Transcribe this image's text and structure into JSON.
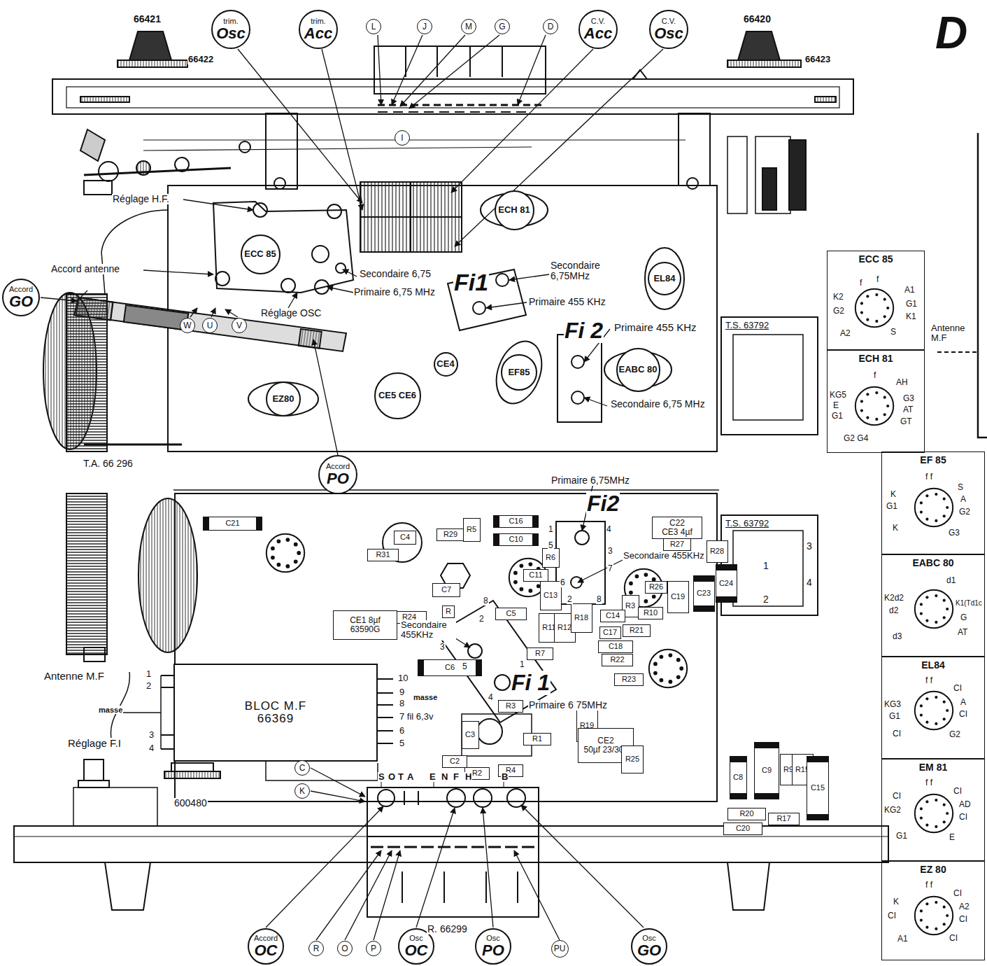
{
  "diagram": {
    "nodes": [
      {
        "text": [
          "trim.",
          "Osc"
        ]
      },
      {
        "text": [
          "trim.",
          "Acc"
        ]
      },
      {
        "text": [
          "L"
        ]
      },
      {
        "text": [
          "J"
        ]
      },
      {
        "text": [
          "M"
        ]
      },
      {
        "text": [
          "G"
        ]
      },
      {
        "text": [
          "D"
        ]
      },
      {
        "text": [
          "C.V.",
          "Acc"
        ]
      },
      {
        "text": [
          "C.V.",
          "Osc"
        ]
      },
      {
        "text": [
          "I"
        ]
      },
      {
        "text": [
          "ECH 81"
        ]
      },
      {
        "text": [
          "ECC 85"
        ]
      },
      {
        "text": [
          "EL84"
        ]
      },
      {
        "text": [
          "Accord",
          "GO"
        ]
      },
      {
        "text": [
          "W"
        ]
      },
      {
        "text": [
          "U"
        ]
      },
      {
        "text": [
          "V"
        ]
      },
      {
        "text": [
          "CE4"
        ]
      },
      {
        "text": [
          "CE5 CE6"
        ]
      },
      {
        "text": [
          "EF85"
        ]
      },
      {
        "text": [
          "EABC 80"
        ]
      },
      {
        "text": [
          "EZ80"
        ]
      },
      {
        "text": [
          "T.S. 63792"
        ]
      },
      {
        "text": [
          "Accord",
          "PO"
        ]
      },
      {
        "text": [
          "ECC 85"
        ]
      },
      {
        "text": [
          "ECH 81"
        ]
      },
      {
        "text": [
          "EF 85"
        ]
      },
      {
        "text": [
          "EABC 80"
        ]
      },
      {
        "text": [
          "EL84"
        ]
      },
      {
        "text": [
          "EM 81"
        ]
      },
      {
        "text": [
          "EZ 80"
        ]
      },
      {
        "text": [
          "C21"
        ]
      },
      {
        "text": [
          "C4"
        ]
      },
      {
        "text": [
          "R29"
        ]
      },
      {
        "text": [
          "R5"
        ]
      },
      {
        "text": [
          "C16"
        ]
      },
      {
        "text": [
          "C10"
        ]
      },
      {
        "text": [
          "C22",
          "CE3 4µf"
        ]
      },
      {
        "text": [
          "R27"
        ]
      },
      {
        "text": [
          "T.S. 63792"
        ]
      },
      {
        "text": [
          "R28"
        ]
      },
      {
        "text": [
          "C24"
        ]
      },
      {
        "text": [
          "R31"
        ]
      },
      {
        "text": [
          "R6"
        ]
      },
      {
        "text": [
          "C11"
        ]
      },
      {
        "text": [
          "C13"
        ]
      },
      {
        "text": [
          "R26"
        ]
      },
      {
        "text": [
          "C19"
        ]
      },
      {
        "text": [
          "C23"
        ]
      },
      {
        "text": [
          "R11"
        ]
      },
      {
        "text": [
          "R12"
        ]
      },
      {
        "text": [
          "R18"
        ]
      },
      {
        "text": [
          "R3"
        ]
      },
      {
        "text": [
          "C14"
        ]
      },
      {
        "text": [
          "R10"
        ]
      },
      {
        "text": [
          "C17"
        ]
      },
      {
        "text": [
          "R21"
        ]
      },
      {
        "text": [
          "C18"
        ]
      },
      {
        "text": [
          "R22"
        ]
      },
      {
        "text": [
          "R23"
        ]
      },
      {
        "text": [
          "C7"
        ]
      },
      {
        "text": [
          "R"
        ]
      },
      {
        "text": [
          "C5"
        ]
      },
      {
        "text": [
          "R24"
        ]
      },
      {
        "text": [
          "CE1 8µf",
          "63590G"
        ]
      },
      {
        "text": [
          "R7"
        ]
      },
      {
        "text": [
          "C6"
        ]
      },
      {
        "text": [
          "BLOC M.F",
          "66369"
        ]
      },
      {
        "text": [
          "C3"
        ]
      },
      {
        "text": [
          "R3"
        ]
      },
      {
        "text": [
          "R1"
        ]
      },
      {
        "text": [
          "R19"
        ]
      },
      {
        "text": [
          "CE2",
          "50µf 23/30v"
        ]
      },
      {
        "text": [
          "C2"
        ]
      },
      {
        "text": [
          "R2"
        ]
      },
      {
        "text": [
          "R4"
        ]
      },
      {
        "text": [
          "R25"
        ]
      },
      {
        "text": [
          "C8"
        ]
      },
      {
        "text": [
          "C9"
        ]
      },
      {
        "text": [
          "R9"
        ]
      },
      {
        "text": [
          "R15"
        ]
      },
      {
        "text": [
          "C15"
        ]
      },
      {
        "text": [
          "R20"
        ]
      },
      {
        "text": [
          "R17"
        ]
      },
      {
        "text": [
          "C20"
        ]
      },
      {
        "text": [
          "C"
        ]
      },
      {
        "text": [
          "K"
        ]
      },
      {
        "text": [
          "Accord",
          "OC"
        ]
      },
      {
        "text": [
          "R"
        ]
      },
      {
        "text": [
          "O"
        ]
      },
      {
        "text": [
          "P"
        ]
      },
      {
        "text": [
          "Osc",
          "OC"
        ]
      },
      {
        "text": [
          "Osc",
          "PO"
        ]
      },
      {
        "text": [
          "PU"
        ]
      },
      {
        "text": [
          "Osc",
          "GO"
        ]
      }
    ],
    "labels": [
      "66421",
      "66422",
      "66420",
      "66423",
      "D",
      "Réglage H.F.",
      "Accord antenne",
      "Secondaire 6,75",
      "Primaire 6,75 MHz",
      "Réglage OSC",
      "Fi1",
      "Secondaire 6,75MHz",
      "Primaire 455 KHz",
      "Fi 2",
      "Primaire 455 KHz",
      "Secondaire 6,75 MHz",
      "T.A. 66 296",
      "Primaire 6,75MHz",
      "Fi2",
      "Secondaire 455KHz",
      "Secondaire 455KHz",
      "Fi 1",
      "Primaire 6 75MHz",
      "Antenne M.F",
      "1",
      "2",
      "3",
      "4",
      "masse",
      "Réglage F.I",
      "10",
      "9",
      "8",
      "masse",
      "7 fil 6,3v",
      "6",
      "5",
      "600480",
      "S",
      "O",
      "T",
      "A",
      "E",
      "N",
      "F",
      "H",
      "B",
      "R. 66299",
      "Antenne M.F",
      "3",
      "1",
      "4",
      "2",
      "1",
      "4",
      "5",
      "3",
      "7",
      "6",
      "2",
      "8",
      "3",
      "5",
      "4",
      "1",
      "2",
      "8",
      "f",
      "f",
      "A1",
      "K2",
      "G1",
      "G2",
      "K1",
      "S",
      "A2",
      "f",
      "AH",
      "KG5",
      "E",
      "G1",
      "G3",
      "AT",
      "GT",
      "G2 G4",
      "f f",
      "S",
      "A",
      "G2",
      "K",
      "G1",
      "K",
      "G3",
      "d1",
      "K2d2",
      "d2",
      "d3",
      "K1(Td1c",
      "G",
      "AT",
      "f f",
      "CI",
      "A",
      "CI",
      "G2",
      "KG3",
      "G1",
      "CI",
      "f f",
      "CI",
      "AD",
      "CI",
      "E",
      "CI",
      "KG2",
      "G1",
      "f f",
      "CI",
      "A2",
      "CI",
      "CI",
      "K",
      "CI",
      "A1"
    ]
  }
}
